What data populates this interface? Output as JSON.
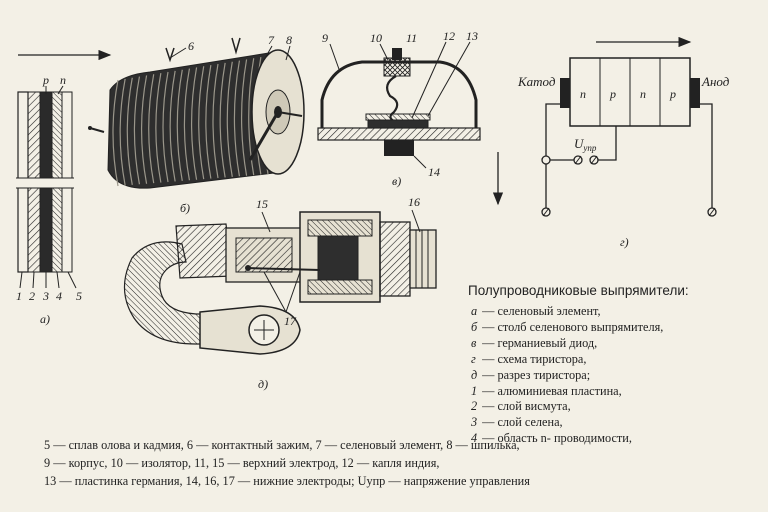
{
  "figure": {
    "part_letters": {
      "a": "а)",
      "b": "б)",
      "v": "в)",
      "g": "г)",
      "d": "д)"
    },
    "layer_labels_a": {
      "p": "p",
      "n": "n"
    },
    "bottom_numbers_a": [
      "1",
      "2",
      "3",
      "4",
      "5"
    ],
    "numbers_b": {
      "n6": "6",
      "n7": "7",
      "n8": "8"
    },
    "numbers_v": {
      "n9": "9",
      "n10": "10",
      "n11": "11",
      "n12": "12",
      "n13": "13",
      "n14": "14"
    },
    "numbers_d": {
      "n15": "15",
      "n16": "16",
      "n17": "17"
    },
    "thyristor": {
      "cathode": "Катод",
      "anode": "Анод",
      "regions": [
        "n",
        "p",
        "n",
        "p"
      ],
      "control_voltage_main": "U",
      "control_voltage_sub": "упр"
    }
  },
  "legend": {
    "title": "Полупроводниковые выпрямители:",
    "items": [
      {
        "key": "а",
        "text": "— селеновый элемент,"
      },
      {
        "key": "б",
        "text": "— столб селенового выпрямителя,"
      },
      {
        "key": "в",
        "text": "— германиевый диод,"
      },
      {
        "key": "г",
        "text": "— схема тиристора,"
      },
      {
        "key": "д",
        "text": "— разрез тиристора;"
      },
      {
        "key": "1",
        "text": "— алюминиевая пластина,"
      },
      {
        "key": "2",
        "text": "— слой висмута,"
      },
      {
        "key": "3",
        "text": "— слой селена,"
      },
      {
        "key": "4",
        "text": "— область n- проводимости,"
      }
    ]
  },
  "caption": {
    "lines": [
      "5 — сплав олова и кадмия, 6 — контактный зажим, 7 — селеновый элемент, 8 — шпилька,",
      "9 — корпус, 10 — изолятор, 11, 15 — верхний электрод, 12 — капля индия,",
      "13 — пластинка германия, 14, 16, 17 — нижние электроды; Uупр — напряжение управления"
    ]
  }
}
